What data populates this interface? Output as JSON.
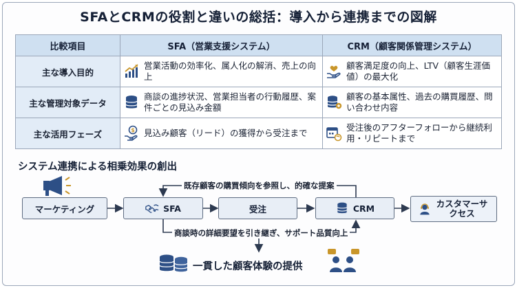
{
  "title": "SFAとCRMの役割と違いの総括：導入から連携までの図解",
  "table": {
    "headers": [
      "比較項目",
      "SFA（営業支援システム）",
      "CRM（顧客関係管理システム）"
    ],
    "rows": [
      {
        "label": "主な導入目的",
        "sfa": {
          "icon": "growth-chart-icon",
          "text": "営業活動の効率化、属人化の解消、売上の向上"
        },
        "crm": {
          "icon": "heart-hand-icon",
          "text": "顧客満足度の向上、LTV（顧客生涯価値）の最大化"
        }
      },
      {
        "label": "主な管理対象データ",
        "sfa": {
          "icon": "database-icon",
          "text": "商談の進捗状況、営業担当者の行動履歴、案件ごとの見込み金額"
        },
        "crm": {
          "icon": "database-user-icon",
          "text": "顧客の基本属性、過去の購買履歴、問い合わせ内容"
        }
      },
      {
        "label": "主な活用フェーズ",
        "sfa": {
          "icon": "coin-hand-icon",
          "text": "見込み顧客（リード）の獲得から受注まで"
        },
        "crm": {
          "icon": "calendar-cycle-icon",
          "text": "受注後のアフターフォローから継続利用・リピートまで"
        }
      }
    ]
  },
  "flow": {
    "heading": "システム連携による相乗効果の創出",
    "nodes": {
      "marketing": "マーケティング",
      "sfa": "SFA",
      "order": "受注",
      "crm": "CRM",
      "customer_success": "カスタマーサクセス"
    },
    "feedback_label": "既存顧客の購買傾向を参照し、的確な提案",
    "handover_label": "商談時の詳細要望を引き継ぎ、サポート品質向上",
    "result": "一貫した顧客体験の提供"
  },
  "colors": {
    "header_bg": "#cfe0f1",
    "row_header_bg": "#e2ecf7",
    "node_bg": "#e8eef6",
    "icon_blue": "#2d4f86",
    "icon_gold": "#c9962a"
  }
}
